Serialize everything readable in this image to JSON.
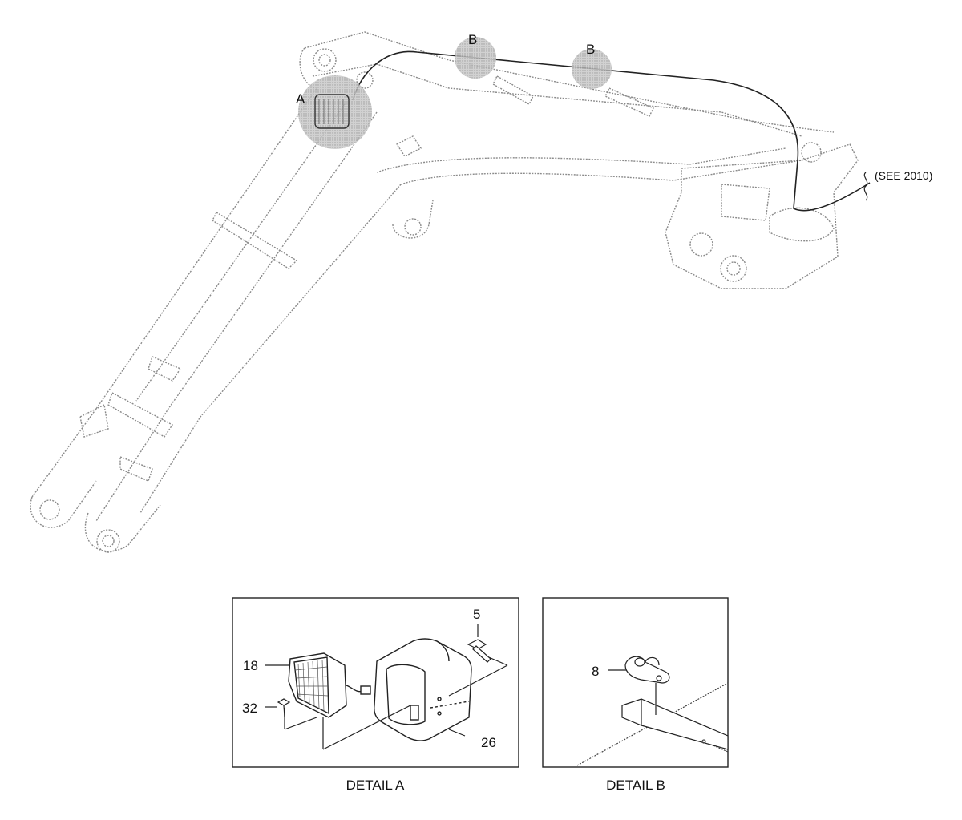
{
  "main_view": {
    "callouts": {
      "detail_a": "A",
      "detail_b_left": "B",
      "detail_b_right": "B"
    },
    "reference_note": "(SEE 2010)"
  },
  "detail_a": {
    "caption": "DETAIL A",
    "parts": {
      "bolt_top": "5",
      "lamp": "18",
      "screw": "32",
      "guard": "26"
    }
  },
  "detail_b": {
    "caption": "DETAIL B",
    "parts": {
      "clamp": "8"
    }
  }
}
